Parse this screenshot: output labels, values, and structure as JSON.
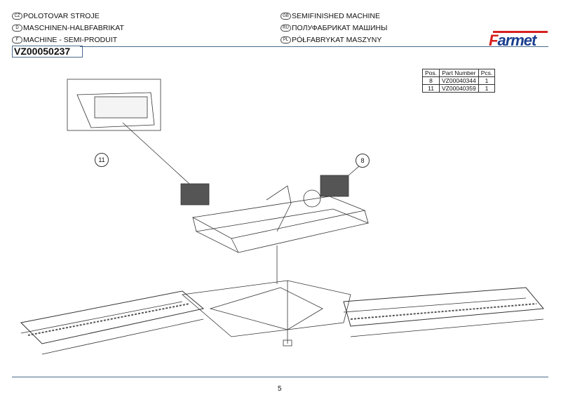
{
  "header": {
    "languages": [
      {
        "code": "CZ",
        "text": "POLOTOVAR STROJE"
      },
      {
        "code": "D",
        "text": "MASCHINEN-HALBFABRIKAT"
      },
      {
        "code": "F",
        "text": "MACHINE - SEMI-PRODUIT"
      },
      {
        "code": "GB",
        "text": "SEMIFINISHED MACHINE"
      },
      {
        "code": "RU",
        "text": "ПОЛУФАБРИКАТ МАШИНЫ"
      },
      {
        "code": "PL",
        "text": "PÓŁFABRYKAT MASZYNY"
      }
    ],
    "part_code": "VZ00050237",
    "logo": {
      "first": "F",
      "rest": "armet"
    }
  },
  "parts_table": {
    "headers": [
      "Pos.",
      "Part Number",
      "Pcs."
    ],
    "rows": [
      [
        "8",
        "VZ00040344",
        "1"
      ],
      [
        "11",
        "VZ00040359",
        "1"
      ]
    ]
  },
  "callouts": [
    "11",
    "8"
  ],
  "footer": {
    "page_number": "5"
  }
}
